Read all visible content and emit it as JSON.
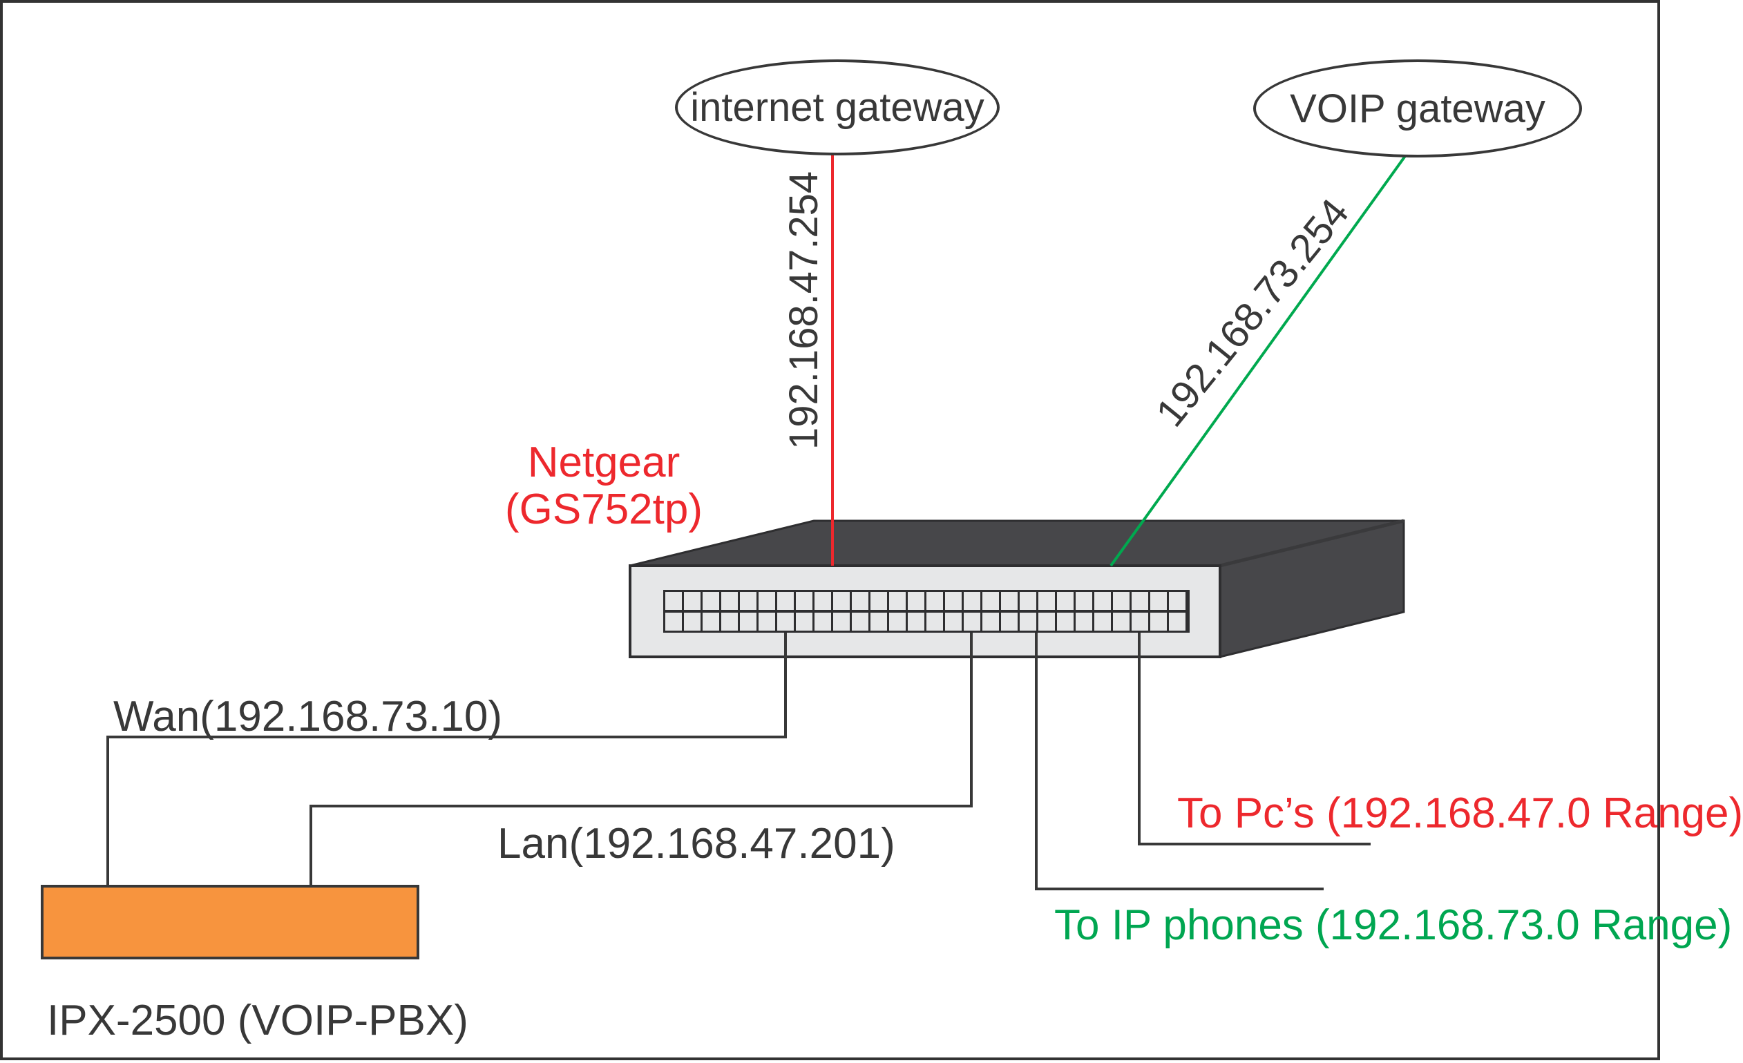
{
  "diagram": {
    "nodes": {
      "internet_gateway": {
        "label": "internet gateway"
      },
      "voip_gateway": {
        "label": "VOIP gateway"
      },
      "switch": {
        "brand": "Netgear",
        "model": "(GS752tp)"
      },
      "pbx": {
        "label": "IPX-2500 (VOIP-PBX)"
      }
    },
    "links": {
      "internet_uplink": {
        "label": "192.168.47.254",
        "color": "#ED282D"
      },
      "voip_uplink": {
        "label": "192.168.73.254",
        "color": "#00A651"
      },
      "wan": {
        "label": "Wan(192.168.73.10)"
      },
      "lan": {
        "label": "Lan(192.168.47.201)"
      },
      "to_pcs": {
        "label": "To Pc’s (192.168.47.0 Range)",
        "color": "#ED282D"
      },
      "to_ip_phones": {
        "label": "To IP phones (192.168.73.0 Range)",
        "color": "#00A651"
      }
    },
    "colors": {
      "wire": "#383838",
      "red": "#ED282D",
      "green": "#00A651",
      "switch_dark": "#47474A",
      "switch_front": "#E6E7E8",
      "pbx_orange": "#F7943E"
    }
  }
}
